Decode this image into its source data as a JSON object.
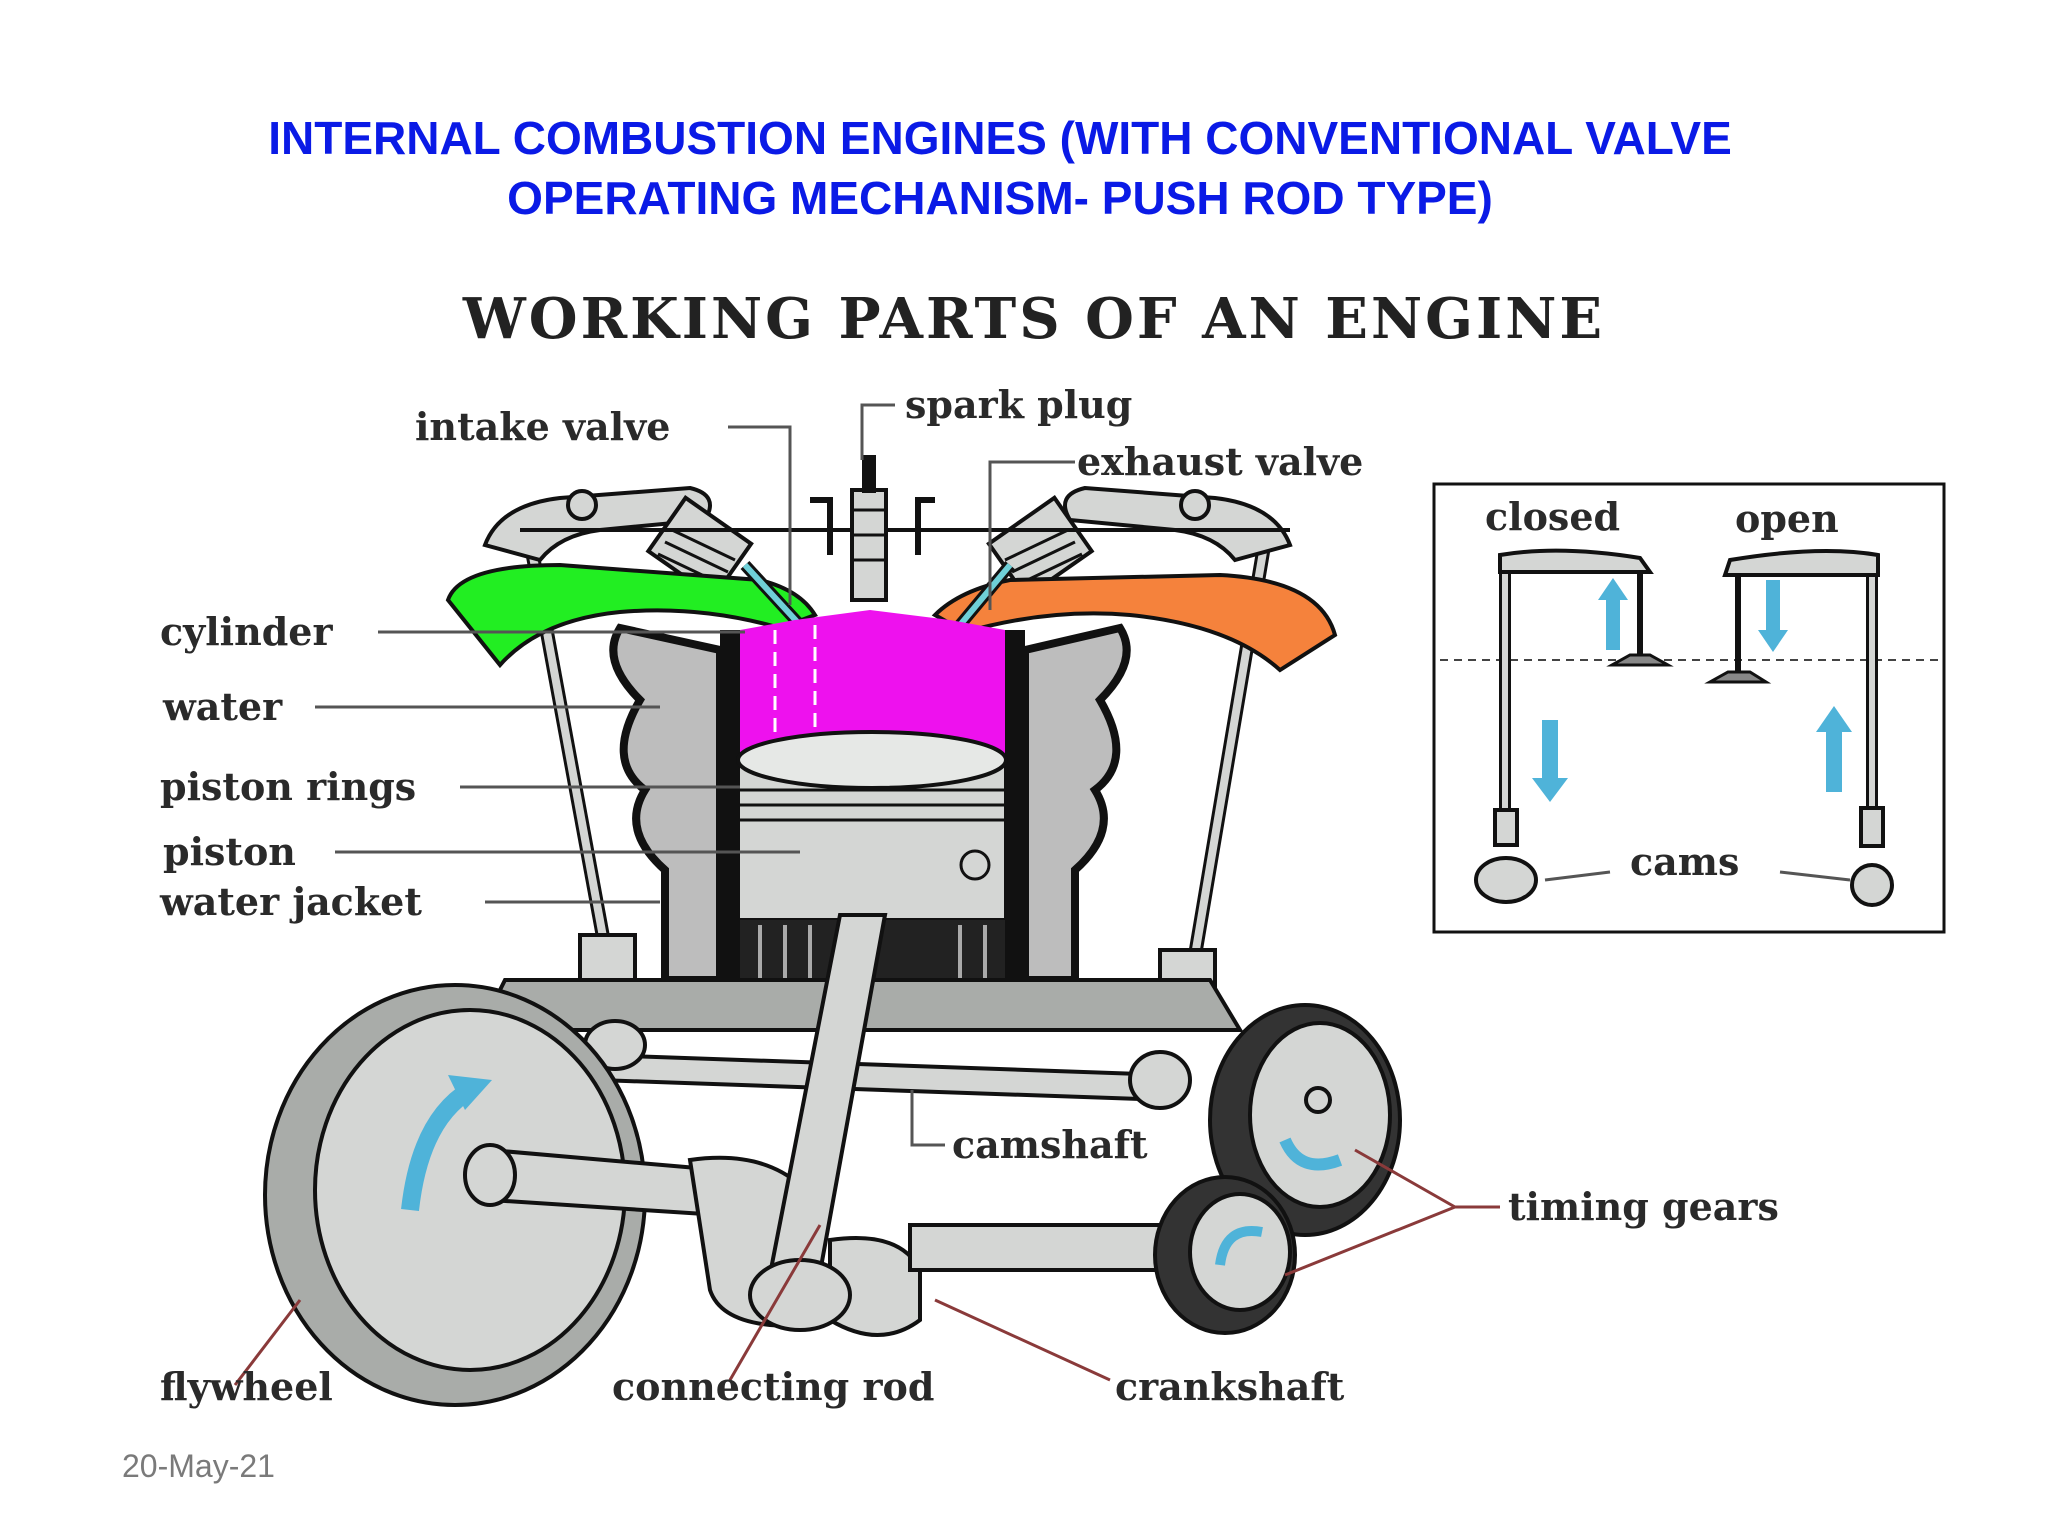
{
  "slide": {
    "title_line1": "INTERNAL COMBUSTION ENGINES (WITH CONVENTIONAL VALVE",
    "title_line2": "OPERATING MECHANISM- PUSH ROD TYPE)",
    "date": "20-May-21"
  },
  "diagram": {
    "heading": "WORKING PARTS OF AN ENGINE",
    "labels": {
      "intake_valve": "intake valve",
      "spark_plug": "spark plug",
      "exhaust_valve": "exhaust valve",
      "cylinder": "cylinder",
      "water": "water",
      "piston_rings": "piston rings",
      "piston": "piston",
      "water_jacket": "water jacket",
      "camshaft": "camshaft",
      "timing_gears": "timing gears",
      "flywheel": "flywheel",
      "connecting_rod": "connecting rod",
      "crankshaft": "crankshaft"
    },
    "inset": {
      "closed": "closed",
      "open": "open",
      "cams": "cams"
    },
    "colors": {
      "intake_port": "#22ee22",
      "exhaust_port": "#f5823c",
      "combustion_chamber": "#ee11ee",
      "motion_arrows": "#4fb3d9",
      "metal": "#d4d6d4"
    }
  }
}
